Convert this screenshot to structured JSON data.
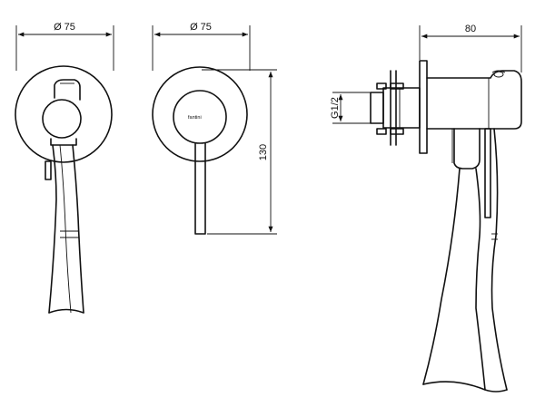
{
  "dimensions": {
    "left_diameter": "Ø 75",
    "middle_diameter": "Ø 75",
    "height": "130",
    "right_depth": "80",
    "thread": "G1/2"
  },
  "brand_text": "fantini"
}
